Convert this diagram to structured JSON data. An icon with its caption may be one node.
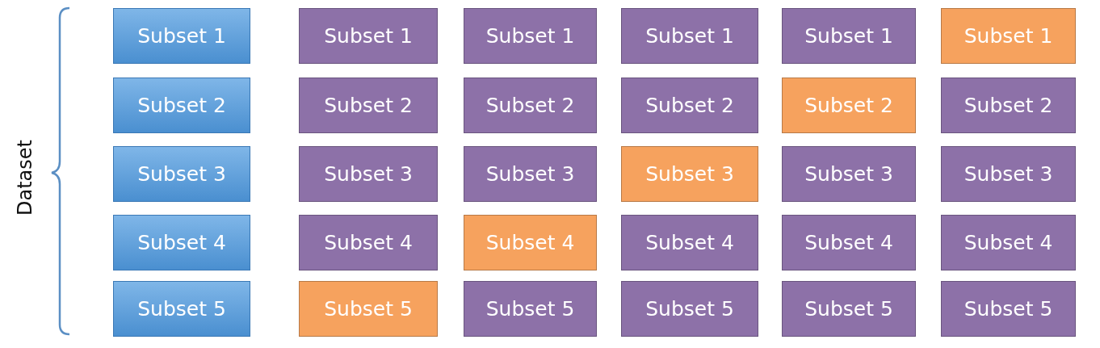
{
  "diagram": {
    "nodes": [
      {
        "text": [
          "Subset 1"
        ]
      },
      {
        "text": [
          "Subset 1"
        ]
      },
      {
        "text": [
          "Subset 1"
        ]
      },
      {
        "text": [
          "Subset 1"
        ]
      },
      {
        "text": [
          "Subset 1"
        ]
      },
      {
        "text": [
          "Subset 1"
        ]
      },
      {
        "text": [
          "Subset 2"
        ]
      },
      {
        "text": [
          "Subset 2"
        ]
      },
      {
        "text": [
          "Subset 2"
        ]
      },
      {
        "text": [
          "Subset 2"
        ]
      },
      {
        "text": [
          "Subset 2"
        ]
      },
      {
        "text": [
          "Subset 2"
        ]
      },
      {
        "text": [
          "Subset 3"
        ]
      },
      {
        "text": [
          "Subset 3"
        ]
      },
      {
        "text": [
          "Subset 3"
        ]
      },
      {
        "text": [
          "Subset 3"
        ]
      },
      {
        "text": [
          "Subset 3"
        ]
      },
      {
        "text": [
          "Subset 3"
        ]
      },
      {
        "text": [
          "Subset 4"
        ]
      },
      {
        "text": [
          "Subset 4"
        ]
      },
      {
        "text": [
          "Subset 4"
        ]
      },
      {
        "text": [
          "Subset 4"
        ]
      },
      {
        "text": [
          "Subset 4"
        ]
      },
      {
        "text": [
          "Subset 4"
        ]
      },
      {
        "text": [
          "Subset 5"
        ]
      },
      {
        "text": [
          "Subset 5"
        ]
      },
      {
        "text": [
          "Subset 5"
        ]
      },
      {
        "text": [
          "Subset 5"
        ]
      },
      {
        "text": [
          "Subset 5"
        ]
      },
      {
        "text": [
          "Subset 5"
        ]
      }
    ],
    "edges": [],
    "labels": [
      "Dataset"
    ]
  }
}
